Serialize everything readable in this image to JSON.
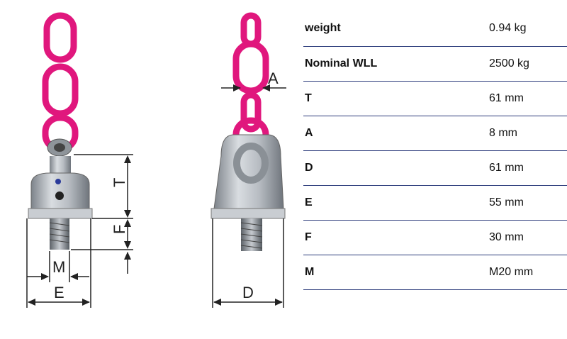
{
  "figure": {
    "left_view_labels": {
      "T": "T",
      "F": "F",
      "M": "M",
      "E": "E"
    },
    "right_view_labels": {
      "A": "A",
      "D": "D"
    },
    "colors": {
      "chain": "#e0177d",
      "metal": "#9aa0a6",
      "dim_line": "#222222"
    }
  },
  "specs": [
    {
      "label": "weight",
      "value": "0.94 kg"
    },
    {
      "label": "Nominal WLL",
      "value": "2500 kg"
    },
    {
      "label": "T",
      "value": "61 mm"
    },
    {
      "label": "A",
      "value": "8 mm"
    },
    {
      "label": "D",
      "value": "61 mm"
    },
    {
      "label": "E",
      "value": "55 mm"
    },
    {
      "label": "F",
      "value": "30 mm"
    },
    {
      "label": "M",
      "value": "M20 mm"
    }
  ],
  "colors": {
    "divider": "#2a3a7a"
  }
}
